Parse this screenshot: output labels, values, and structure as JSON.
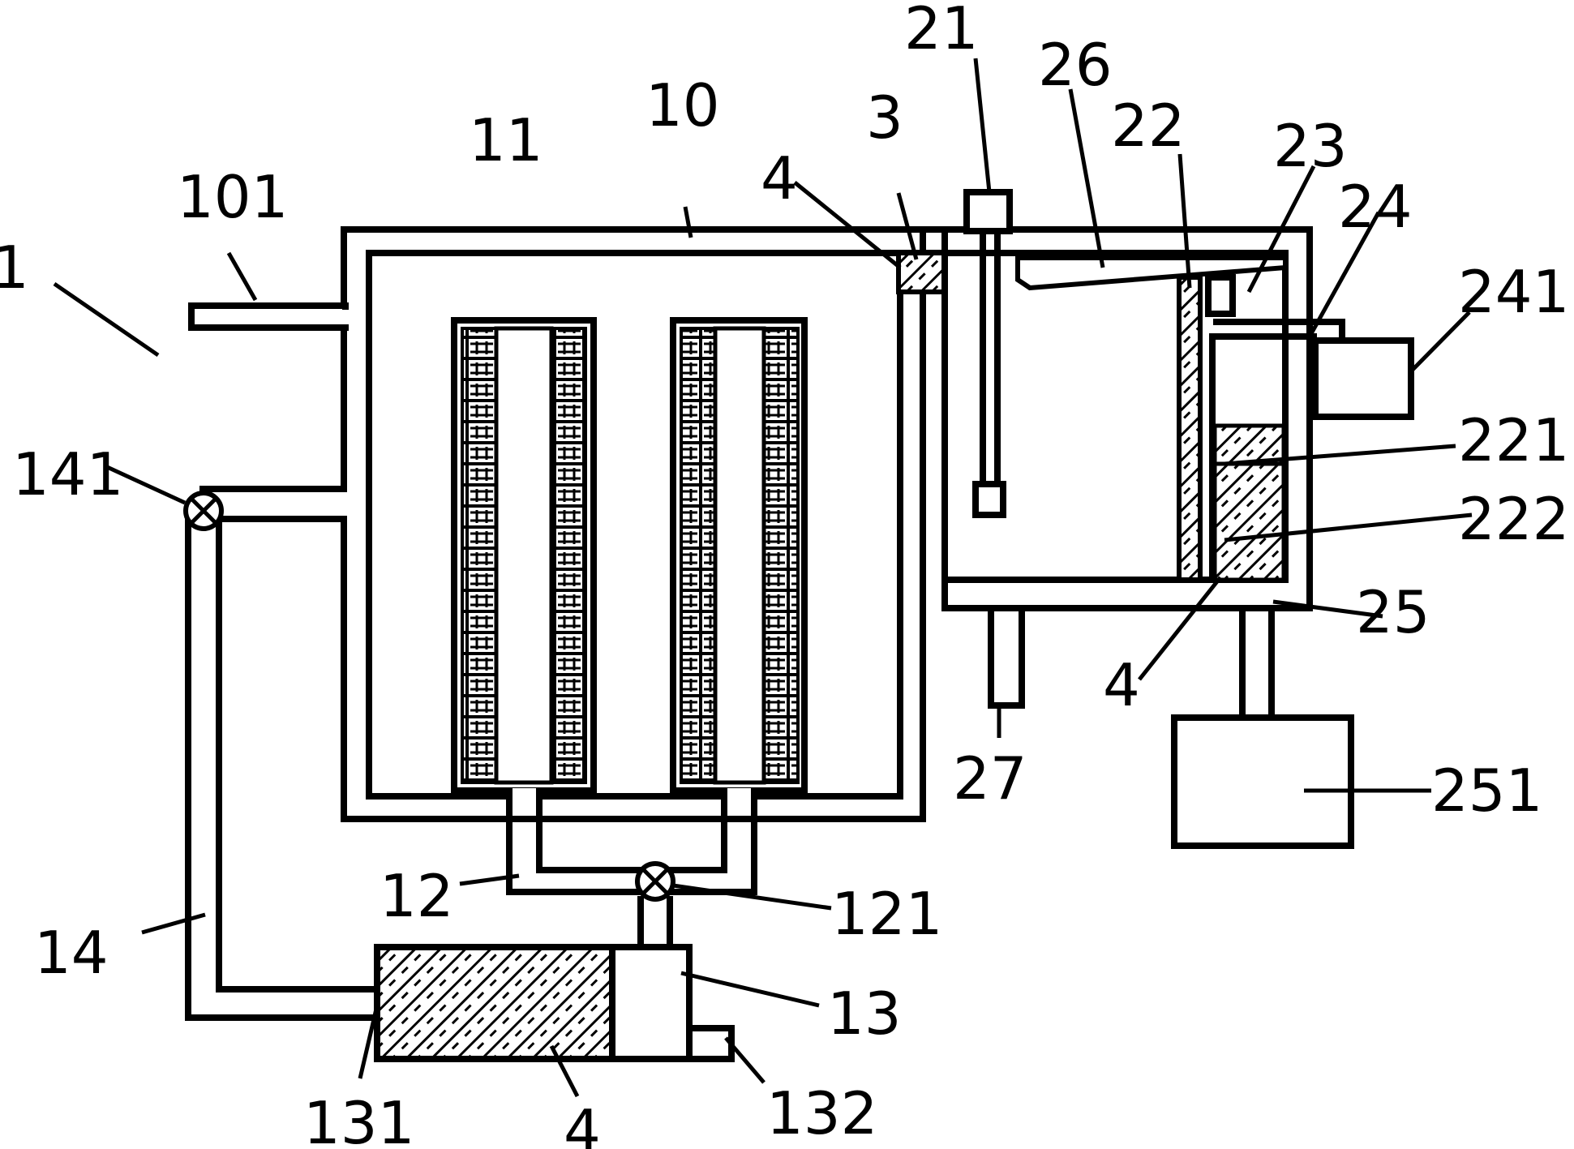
{
  "labels": {
    "l1": "1",
    "l10": "10",
    "l101": "101",
    "l11": "11",
    "l12": "12",
    "l121": "121",
    "l13": "13",
    "l131": "131",
    "l132": "132",
    "l14": "14",
    "l141": "141",
    "l21": "21",
    "l22": "22",
    "l221": "221",
    "l222": "222",
    "l23": "23",
    "l24": "24",
    "l241": "241",
    "l25": "25",
    "l251": "251",
    "l26": "26",
    "l27": "27",
    "l3": "3",
    "l4a": "4",
    "l4b": "4",
    "l4c": "4"
  }
}
